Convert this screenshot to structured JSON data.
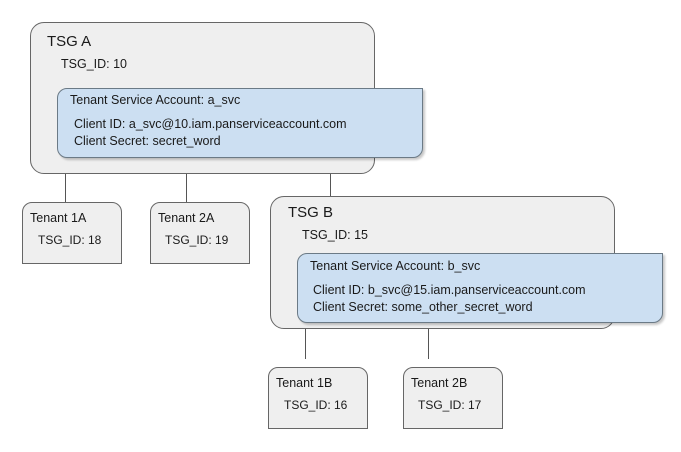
{
  "diagram": {
    "groups": [
      {
        "id": "tsg-a",
        "title": "TSG A",
        "tsg_id_label": "TSG_ID: 10",
        "service_account": {
          "header": "Tenant Service Account: a_svc",
          "client_id": "Client ID: a_svc@10.iam.panserviceaccount.com",
          "client_secret": "Client Secret: secret_word"
        }
      },
      {
        "id": "tsg-b",
        "title": "TSG B",
        "tsg_id_label": "TSG_ID: 15",
        "service_account": {
          "header": "Tenant Service Account: b_svc",
          "client_id": "Client ID: b_svc@15.iam.panserviceaccount.com",
          "client_secret": "Client Secret: some_other_secret_word"
        }
      }
    ],
    "tenants": [
      {
        "id": "tenant-1a",
        "name": "Tenant 1A",
        "tsg_id_label": "TSG_ID: 18"
      },
      {
        "id": "tenant-2a",
        "name": "Tenant 2A",
        "tsg_id_label": "TSG_ID: 19"
      },
      {
        "id": "tenant-1b",
        "name": "Tenant 1B",
        "tsg_id_label": "TSG_ID: 16"
      },
      {
        "id": "tenant-2b",
        "name": "Tenant 2B",
        "tsg_id_label": "TSG_ID: 17"
      }
    ],
    "colors": {
      "group_fill": "#EFEFEF",
      "group_stroke": "#666666",
      "service_account_fill": "#CCDFF2",
      "service_account_stroke": "#6B7A86",
      "connector_stroke": "#555555",
      "text": "#1A1A1A",
      "background": "#FFFFFF"
    }
  }
}
